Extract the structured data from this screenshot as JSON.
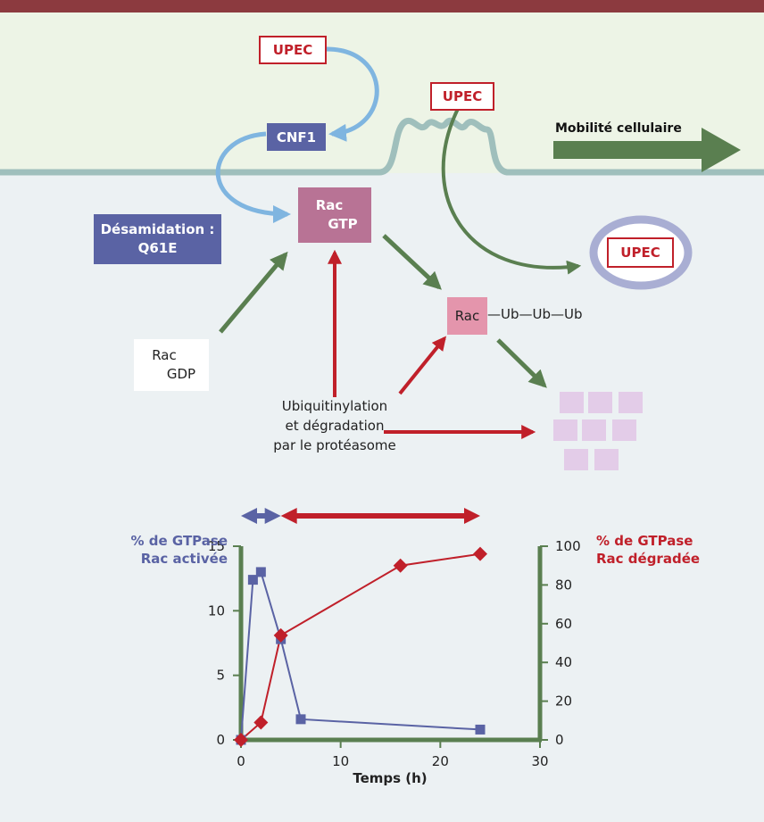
{
  "membrane": {
    "upec_outside": "UPEC",
    "upec_invading": "UPEC",
    "cnf1": "CNF1",
    "motility": "Mobilité cellulaire"
  },
  "cytoplasm": {
    "deamidation_line1": "Désamidation :",
    "deamidation_line2": "Q61E",
    "rac_gtp_line1": "Rac",
    "rac_gtp_line2": "GTP",
    "rac_gdp_line1": "Rac",
    "rac_gdp_line2": "GDP",
    "rac_ub": "Rac",
    "ub_chain": "—Ub—Ub—Ub",
    "ubiquitin_line1": "Ubiquitinylation",
    "ubiquitin_line2": "et dégradation",
    "ubiquitin_line3": "par le protéasome",
    "upec_vacuole": "UPEC"
  },
  "colors": {
    "red": "#c0202a",
    "blue": "#5a63a4",
    "light_blue": "#7fb5e0",
    "green": "#5a7f50",
    "rac_pink": "#b87395",
    "rac_light_pink": "#e495ac",
    "proteasome": "#e3cce8",
    "membrane": "#9fbfbc"
  },
  "chart_data": {
    "type": "line",
    "xlabel": "Temps (h)",
    "ylabel_left_line1": "% de GTPase",
    "ylabel_left_line2": "Rac activée",
    "ylabel_right_line1": "% de GTPase",
    "ylabel_right_line2": "Rac dégradée",
    "xlim": [
      0,
      30
    ],
    "ylim_left": [
      0,
      15
    ],
    "ylim_right": [
      0,
      100
    ],
    "x_ticks": [
      "0",
      "10",
      "20",
      "30"
    ],
    "y_ticks_left": [
      "0",
      "5",
      "10",
      "15"
    ],
    "y_ticks_right": [
      "0",
      "20",
      "40",
      "60",
      "80",
      "100"
    ],
    "series": [
      {
        "axis": "left",
        "marker": "square",
        "color": "#5a63a4",
        "x": [
          0,
          1.2,
          2,
          4,
          6,
          24
        ],
        "y": [
          0,
          12.4,
          13,
          7.8,
          1.6,
          0.8
        ]
      },
      {
        "axis": "right",
        "marker": "diamond",
        "color": "#c0202a",
        "x": [
          0,
          2,
          4,
          16,
          24
        ],
        "y": [
          0,
          9,
          54,
          90,
          96
        ]
      }
    ],
    "phase_arrows": [
      {
        "from": 0,
        "to": 4,
        "color": "#5a63a4"
      },
      {
        "from": 4,
        "to": 24,
        "color": "#c0202a"
      }
    ]
  }
}
